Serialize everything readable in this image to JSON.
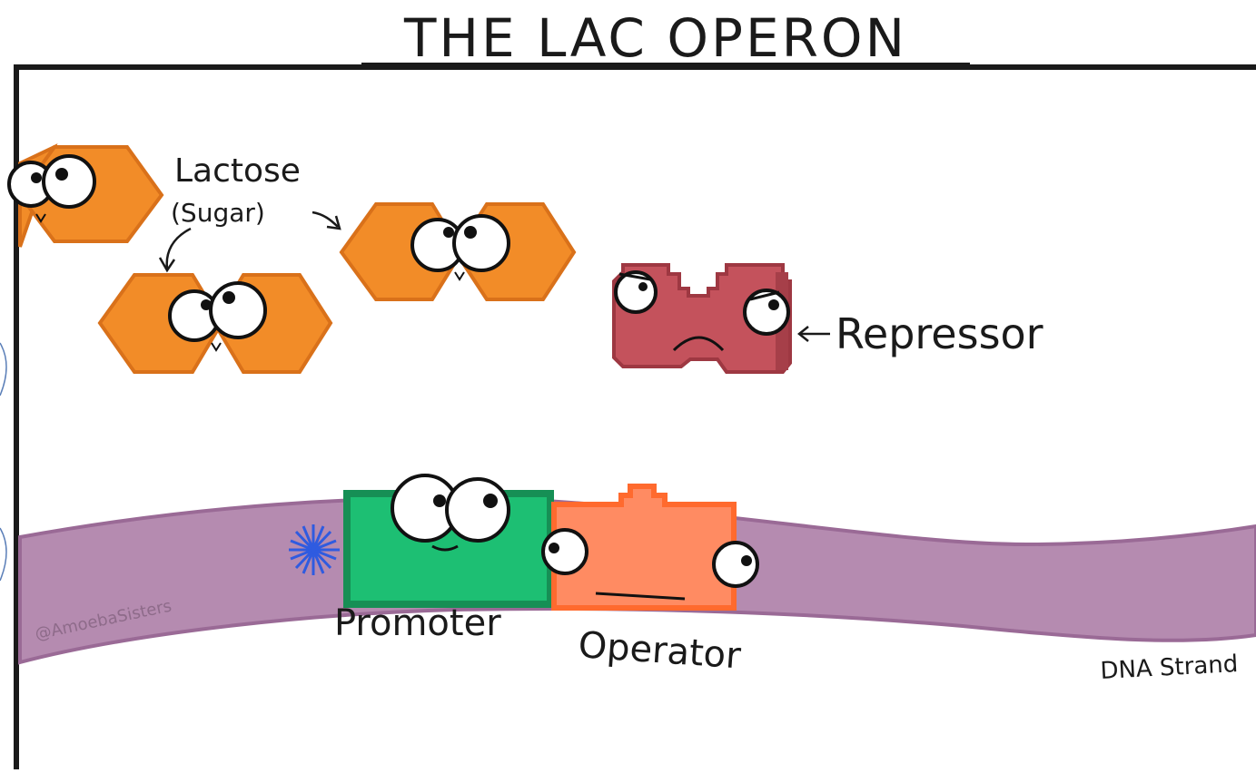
{
  "title": "THE LAC OPERON",
  "labels": {
    "lactose": "Lactose",
    "sugar": "(Sugar)",
    "repressor": "Repressor",
    "promoter": "Promoter",
    "operator": "Operator",
    "dna_strand": "DNA Strand",
    "watermark": "@AmoebaSisters"
  },
  "colors": {
    "lactose_fill": "#F28C28",
    "lactose_stroke": "#D9711A",
    "repressor_fill": "#C4525C",
    "repressor_stroke": "#9E3842",
    "promoter_fill": "#1DBF73",
    "promoter_stroke": "#168F55",
    "operator_fill": "#FF8B62",
    "operator_stroke": "#FF6A2E",
    "dna_fill": "#B58BB0",
    "dna_stroke": "#9A6A96",
    "rna_pol_marker": "#2F5BE0"
  }
}
